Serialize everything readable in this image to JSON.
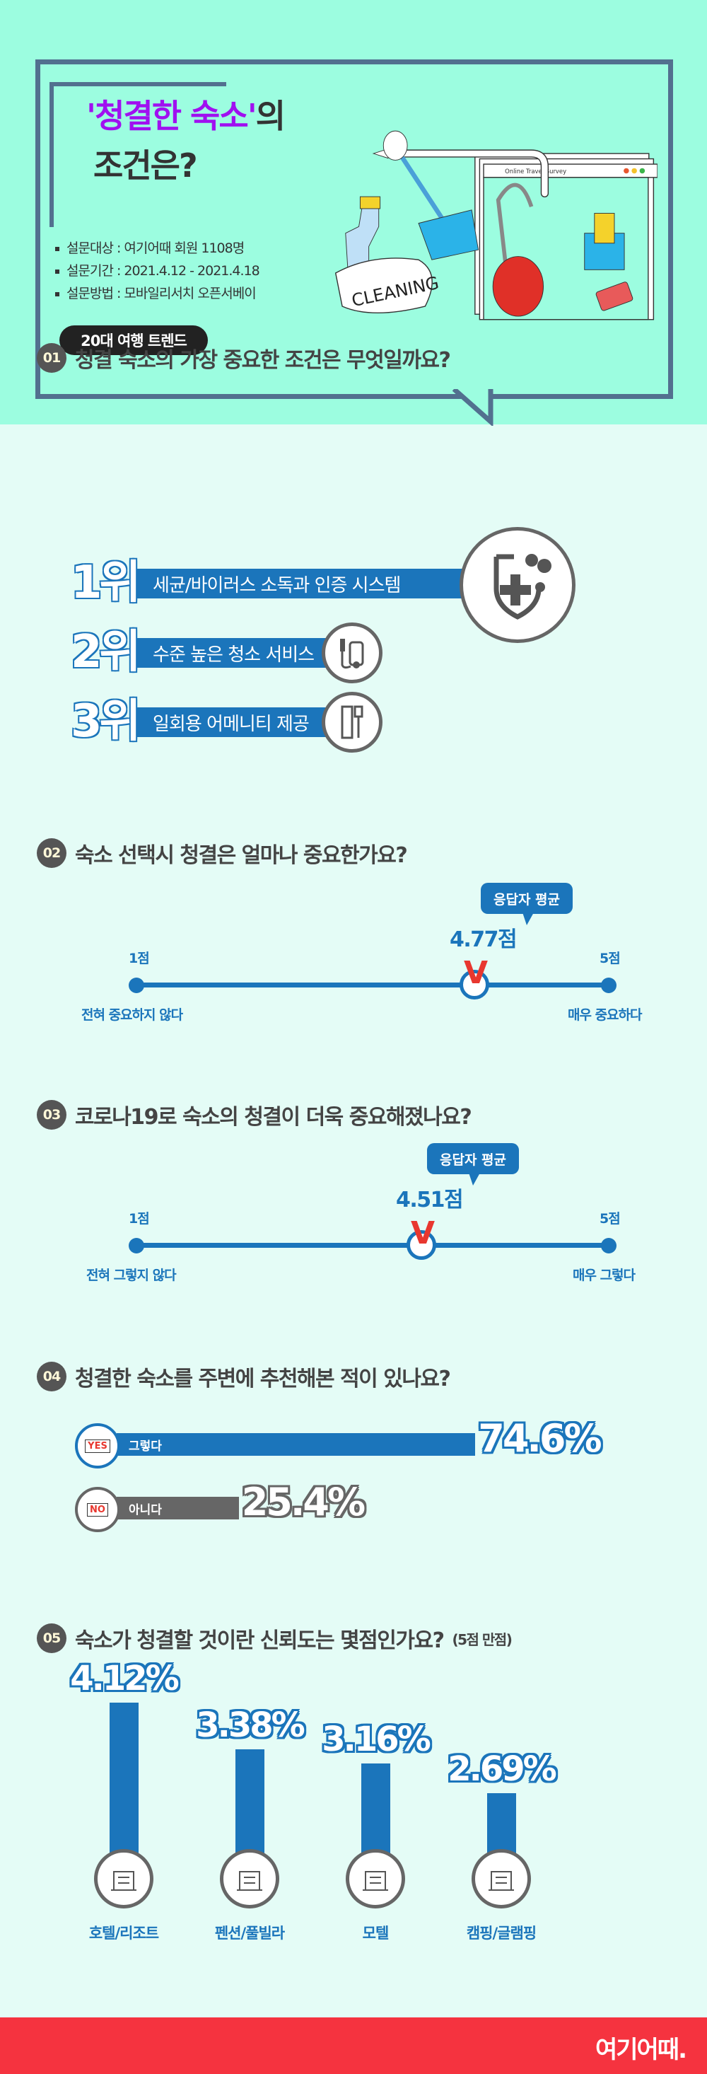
{
  "header": {
    "title_quoted": "'청결한 숙소'",
    "title_suffix": "의",
    "title_line2": "조건은?",
    "bullets": [
      "설문대상 : 여기어때 회원 1108명",
      "설문기간 : 2021.4.12 - 2021.4.18",
      "설문방법 : 모바일리서치 오픈서베이"
    ],
    "tag": "20대 여행 트렌드",
    "illustration": {
      "window_title": "Online Travel Survey",
      "sticker": "CLEANING"
    },
    "colors": {
      "title_accent": "#a010f0",
      "frame": "#52708f",
      "background": "#9cfde0"
    }
  },
  "q1": {
    "num": "01",
    "question": "청결 숙소의 가장 중요한 조건은 무엇일까요?",
    "ranks": [
      {
        "rank": "1위",
        "label": "세균/바이러스 소독과 인증 시스템",
        "icon": "shield-virus-icon"
      },
      {
        "rank": "2위",
        "label": "수준 높은 청소 서비스",
        "icon": "vacuum-spray-icon"
      },
      {
        "rank": "3위",
        "label": "일회용 어메니티 제공",
        "icon": "toiletries-icon"
      }
    ]
  },
  "q2": {
    "num": "02",
    "question": "숙소 선택시 청결은 얼마나 중요한가요?",
    "bubble": "응답자 평균",
    "value": 4.77,
    "value_label": "4.77점",
    "min_label": "1점",
    "max_label": "5점",
    "min_desc": "전혀 중요하지 않다",
    "max_desc": "매우 중요하다"
  },
  "q3": {
    "num": "03",
    "question": "코로나19로 숙소의 청결이 더욱 중요해졌나요?",
    "bubble": "응답자 평균",
    "value": 4.51,
    "value_label": "4.51점",
    "min_label": "1점",
    "max_label": "5점",
    "min_desc": "전혀 그렇지 않다",
    "max_desc": "매우 그렇다"
  },
  "q4": {
    "num": "04",
    "question": "청결한 숙소를 주변에 추천해본 적이 있나요?",
    "answers": [
      {
        "icon_text": "YES",
        "label": "그렇다",
        "value": 74.6,
        "value_label": "74.6%",
        "color": "#1b75bb"
      },
      {
        "icon_text": "NO",
        "label": "아니다",
        "value": 25.4,
        "value_label": "25.4%",
        "color": "#666666"
      }
    ]
  },
  "q5": {
    "num": "05",
    "question": "숙소가 청결할 것이란 신뢰도는 몇점인가요?",
    "note": "(5점 만점)",
    "chart_data": {
      "type": "bar",
      "categories": [
        "호텔/리조트",
        "펜션/풀빌라",
        "모텔",
        "캠핑/글램핑"
      ],
      "values": [
        4.12,
        3.38,
        3.16,
        2.69
      ],
      "value_labels": [
        "4.12%",
        "3.38%",
        "3.16%",
        "2.69%"
      ],
      "icons": [
        "hotel-icon",
        "pension-icon",
        "motel-icon",
        "tent-icon"
      ],
      "color": "#1b75bb"
    }
  },
  "footer": {
    "logo": "여기어때.",
    "color": "#f5333f"
  }
}
